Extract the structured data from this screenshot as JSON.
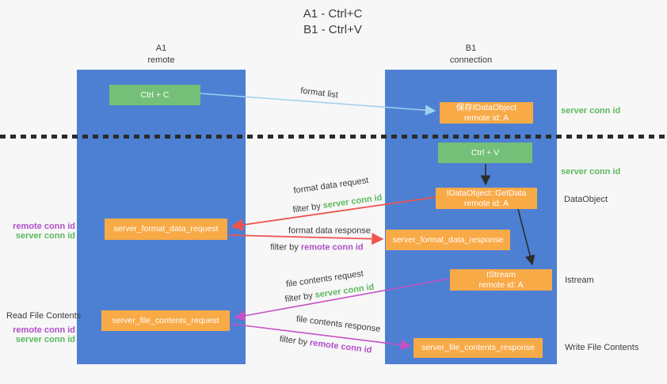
{
  "title": {
    "line1": "A1 - Ctrl+C",
    "line2": "B1 - Ctrl+V"
  },
  "lanes": {
    "a1": {
      "name": "A1",
      "subtitle": "remote"
    },
    "b1": {
      "name": "B1",
      "subtitle": "connection"
    }
  },
  "nodes": {
    "ctrl_c": {
      "label": "Ctrl + C"
    },
    "ctrl_v": {
      "label": "Ctrl + V"
    },
    "save_dataobject": {
      "line1": "保存IDataObject",
      "line2": "remote id: A"
    },
    "getdata": {
      "line1": "IDataObject::GetData",
      "line2": "remote id: A"
    },
    "istream": {
      "line1": "IStream",
      "line2": "remote id: A"
    },
    "format_request": {
      "label": "server_format_data_request"
    },
    "format_response": {
      "label": "server_format_data_response"
    },
    "file_request": {
      "label": "server_file_contents_request"
    },
    "file_response": {
      "label": "server_file_contents_response"
    }
  },
  "side_labels": {
    "server_conn_id_top": "server conn id",
    "server_conn_id_mid": "server conn id",
    "dataobject": "DataObject",
    "istream": "Istream",
    "write_file_contents": "Write File Contents",
    "read_file_contents": "Read File Contents",
    "remote_conn_id_format": "remote conn id",
    "server_conn_id_format": "server conn id",
    "remote_conn_id_file": "remote conn id",
    "server_conn_id_file": "server conn id"
  },
  "arrow_labels": {
    "format_list": "format list",
    "format_data_request": "format data request",
    "format_data_response": "format data response",
    "file_contents_request": "file contents request",
    "file_contents_response": "file contents response",
    "filter_by": "filter by",
    "server_conn_id": "server conn id",
    "remote_conn_id": "remote conn id"
  },
  "colors": {
    "lane_blue": "#4d80d2",
    "node_orange": "#f8aa47",
    "node_green": "#74c078",
    "accent_green": "#5cb85c",
    "accent_purple": "#b04fc8",
    "arrow_red": "#ef5350",
    "arrow_magenta": "#c551c5",
    "arrow_light_blue": "#9fd0ee",
    "arrow_black": "#2d2d2d",
    "text_dark": "#3b3b3b",
    "background": "#f7f7f7"
  }
}
